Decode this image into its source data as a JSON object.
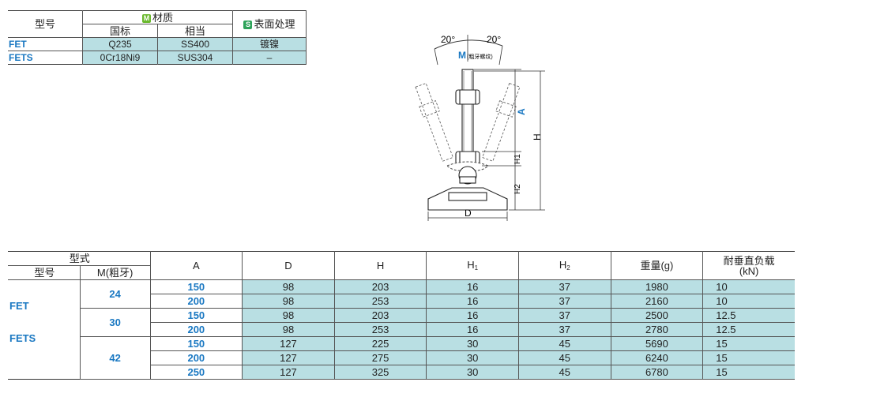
{
  "material_table": {
    "headers": {
      "model": "型号",
      "material_mark": "M",
      "material": "材质",
      "standard": "国标",
      "equivalent": "相当",
      "surface_mark": "S",
      "surface": "表面处理"
    },
    "rows": [
      {
        "model": "FET",
        "standard": "Q235",
        "equivalent": "SS400",
        "surface": "镀镍"
      },
      {
        "model": "FETS",
        "standard": "0Cr18Ni9",
        "equivalent": "SUS304",
        "surface": "–"
      }
    ]
  },
  "drawing": {
    "angle_left": "20°",
    "angle_right": "20°",
    "m_label": "M",
    "m_note": "(粗牙螺纹)",
    "a_label": "A",
    "h_label": "H",
    "h1_label": "H1",
    "h2_label": "H2",
    "d_label": "D",
    "accent_color": "#1a78c2"
  },
  "spec_table": {
    "headers": {
      "type": "型式",
      "model": "型号",
      "m_coarse": "M(粗牙)",
      "a": "A",
      "d": "D",
      "h": "H",
      "h1_main": "H",
      "h1_sub": "1",
      "h2_main": "H",
      "h2_sub": "2",
      "weight": "重量(g)",
      "load_line1": "耐垂直负载",
      "load_line2": "(kN)"
    },
    "models": [
      "FET",
      "FETS"
    ],
    "groups": [
      {
        "m": "24",
        "rows": [
          {
            "a": "150",
            "d": "98",
            "h": "203",
            "h1": "16",
            "h2": "37",
            "weight": "1980",
            "load": "10"
          },
          {
            "a": "200",
            "d": "98",
            "h": "253",
            "h1": "16",
            "h2": "37",
            "weight": "2160",
            "load": "10"
          }
        ]
      },
      {
        "m": "30",
        "rows": [
          {
            "a": "150",
            "d": "98",
            "h": "203",
            "h1": "16",
            "h2": "37",
            "weight": "2500",
            "load": "12.5"
          },
          {
            "a": "200",
            "d": "98",
            "h": "253",
            "h1": "16",
            "h2": "37",
            "weight": "2780",
            "load": "12.5"
          }
        ]
      },
      {
        "m": "42",
        "rows": [
          {
            "a": "150",
            "d": "127",
            "h": "225",
            "h1": "30",
            "h2": "45",
            "weight": "5690",
            "load": "15"
          },
          {
            "a": "200",
            "d": "127",
            "h": "275",
            "h1": "30",
            "h2": "45",
            "weight": "6240",
            "load": "15"
          },
          {
            "a": "250",
            "d": "127",
            "h": "325",
            "h1": "30",
            "h2": "45",
            "weight": "6780",
            "load": "15"
          }
        ]
      }
    ]
  }
}
